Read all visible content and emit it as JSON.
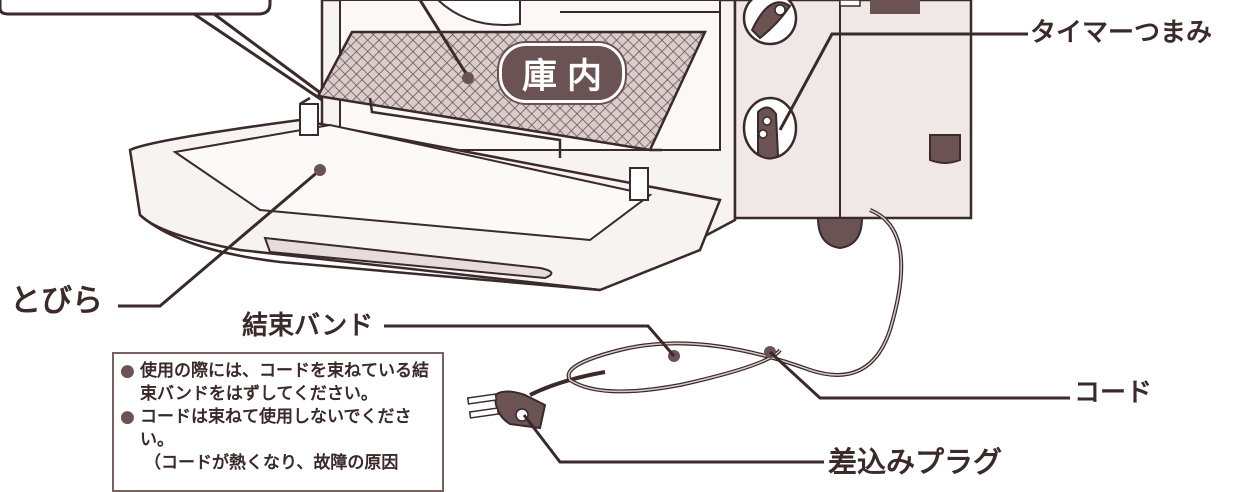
{
  "labels": {
    "interior": "庫内",
    "timer_knob": "タイマーつまみ",
    "door": "とびら",
    "binding_band": "結束バンド",
    "cord": "コード",
    "plug": "差込みプラグ"
  },
  "notes": [
    "使用の際には、コードを束ねている結束バンドをはずしてください。",
    "コードは束ねて使用しないでください。"
  ],
  "notes_sub": "（コードが熱くなり、故障の原因",
  "colors": {
    "line": "#3a2a2a",
    "badge": "#6b5253",
    "oven_fill": "#f7f3f1",
    "oven_shade": "#e6dcda"
  }
}
